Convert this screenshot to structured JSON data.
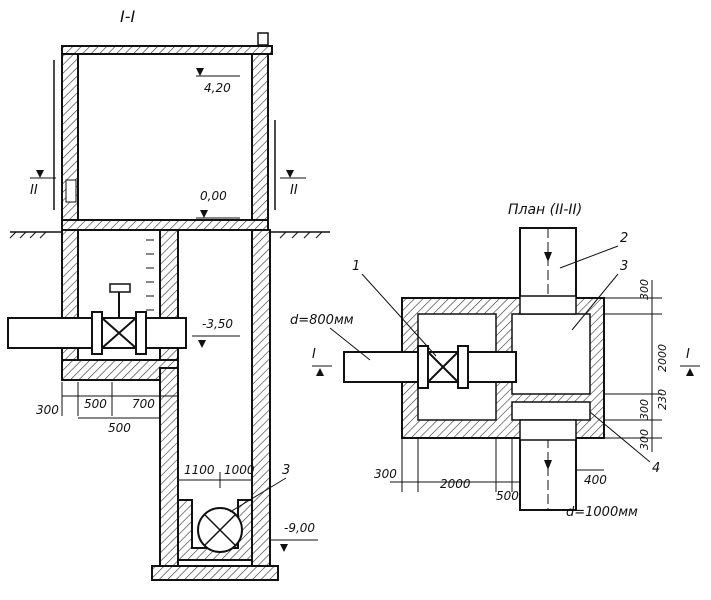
{
  "section": {
    "title": "I-I",
    "cut_mark": "II",
    "elevations": [
      "4,20",
      "0,00",
      "-3,50",
      "-9,00"
    ],
    "dims_bottom": [
      "300",
      "500",
      "700",
      "500"
    ],
    "dims_lower": [
      "1100",
      "1000"
    ],
    "callout": "3"
  },
  "plan": {
    "title": "План (II-II)",
    "cut_mark": "I",
    "pipe_in": "d=800мм",
    "pipe_main": "d=1000мм",
    "callouts": [
      "1",
      "2",
      "3",
      "4"
    ],
    "dims_right": [
      "300",
      "2000",
      "230",
      "300",
      "300"
    ],
    "dims_bottom": [
      "300",
      "2000",
      "500",
      "400"
    ]
  }
}
